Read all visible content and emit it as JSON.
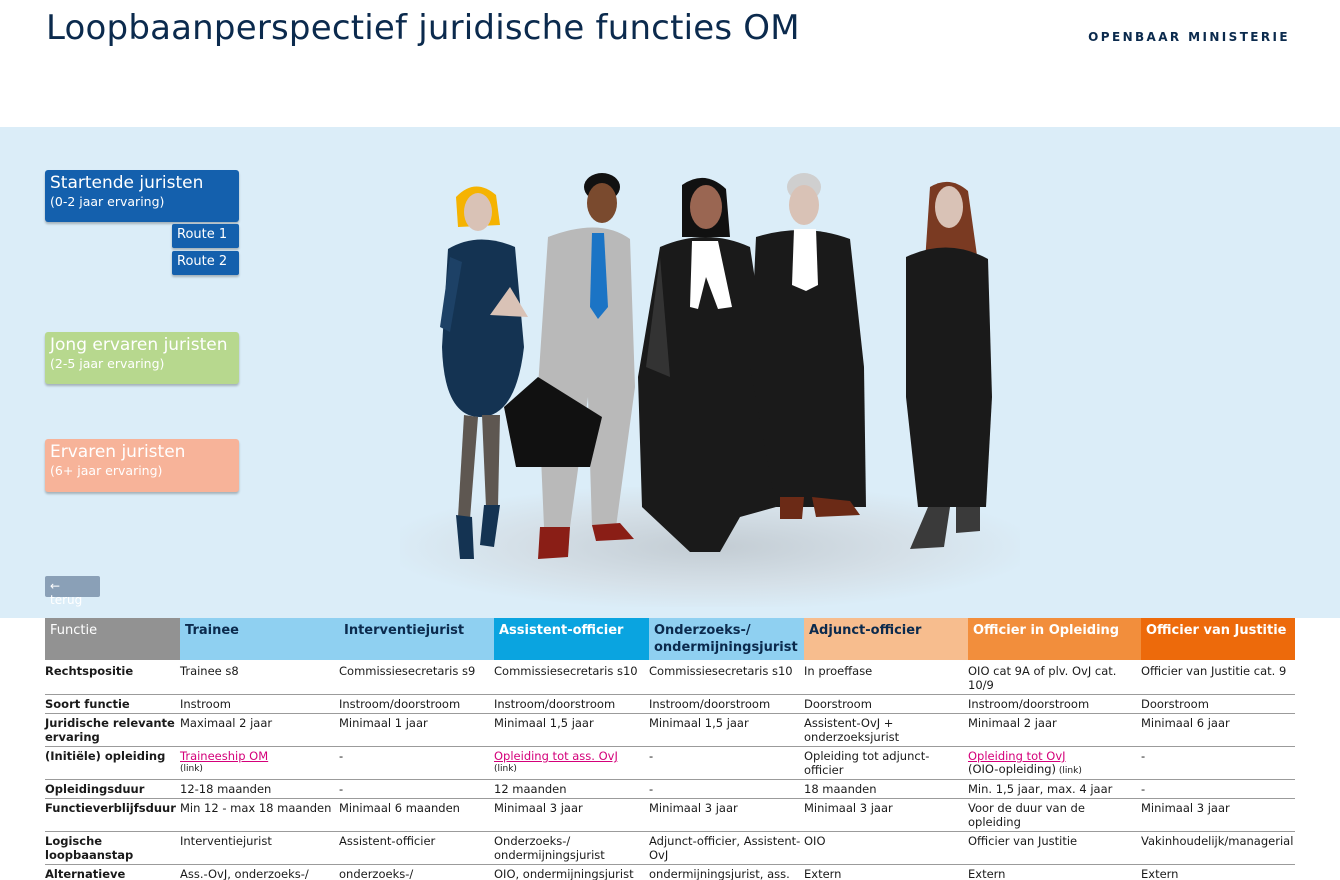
{
  "title": "Loopbaanperspectief juridische functies OM",
  "logo": "OPENBAAR MINISTERIE",
  "categories": {
    "start": {
      "label": "Startende juristen",
      "sub": "(0-2 jaar ervaring)"
    },
    "jong": {
      "label": "Jong ervaren juristen",
      "sub": "(2-5 jaar ervaring)"
    },
    "ervaren": {
      "label": "Ervaren juristen",
      "sub": "(6+ jaar ervaring)"
    }
  },
  "routes": [
    "Route 1",
    "Route 2"
  ],
  "back_label": "← terug",
  "colors": {
    "hero_bg": "#dbedf8",
    "start": "#1460ad",
    "jong": "#b7d88e",
    "ervaren": "#f7b399",
    "link": "#d4007a"
  },
  "table": {
    "corner": "Functie",
    "columns": [
      "Trainee",
      "Interventiejurist",
      "Assistent-officier",
      "Onderzoeks-/ ondermijningsjurist",
      "Adjunct-officier",
      "Officier in Opleiding",
      "Officier van Justitie"
    ],
    "rows": [
      {
        "label": "Rechtspositie",
        "cells": [
          "Trainee s8",
          "Commissiesecretaris s9",
          "Commissiesecretaris s10",
          "Commissiesecretaris s10",
          "In proeffase",
          "OIO cat 9A of plv. OvJ cat. 10/9",
          "Officier van Justitie cat. 9"
        ]
      },
      {
        "label": "Soort functie",
        "cells": [
          "Instroom",
          "Instroom/doorstroom",
          "Instroom/doorstroom",
          "Instroom/doorstroom",
          "Doorstroom",
          "Instroom/doorstroom",
          "Doorstroom"
        ]
      },
      {
        "label": "Juridische relevante ervaring",
        "cells": [
          "Maximaal 2 jaar",
          "Minimaal 1 jaar",
          "Minimaal 1,5 jaar",
          "Minimaal 1,5 jaar",
          "Assistent-OvJ + onderzoeksjurist",
          "Minimaal 2 jaar",
          "Minimaal 6 jaar"
        ]
      },
      {
        "label": "(Initiële) opleiding",
        "cells": [
          "Traineeship OM",
          "-",
          "Opleiding tot ass. OvJ",
          "-",
          "Opleiding tot adjunct-officier",
          "Opleiding tot OvJ",
          "-"
        ],
        "extra": {
          "link_text": "(link)",
          "oio_text": "(OIO-opleiding)"
        }
      },
      {
        "label": "Opleidingsduur",
        "cells": [
          "12-18 maanden",
          "-",
          "12 maanden",
          "-",
          "18 maanden",
          "Min. 1,5 jaar, max. 4 jaar",
          "-"
        ]
      },
      {
        "label": "Functieverblijfsduur",
        "cells": [
          "Min 12 - max 18 maanden",
          "Minimaal 6 maanden",
          "Minimaal 3 jaar",
          "Minimaal 3 jaar",
          "Minimaal 3 jaar",
          "Voor de duur van de opleiding",
          "Minimaal 3 jaar"
        ]
      },
      {
        "label": "Logische loopbaanstap",
        "cells": [
          "Interventiejurist",
          "Assistent-officier",
          "Onderzoeks-/ ondermijningsjurist",
          "Adjunct-officier, Assistent-OvJ",
          "OIO",
          "Officier van Justitie",
          "Vakinhoudelijk/managerial"
        ]
      },
      {
        "label": "Alternatieve loopbaanstap",
        "cells": [
          "Ass.-OvJ, onderzoeks-/ ondermijningsjurist",
          "onderzoeks-/ ondermijningsjurist",
          "OIO, ondermijningsjurist",
          "ondermijningsjurist, ass. OvJ, OIO",
          "Extern",
          "Extern",
          "Extern"
        ]
      }
    ]
  }
}
